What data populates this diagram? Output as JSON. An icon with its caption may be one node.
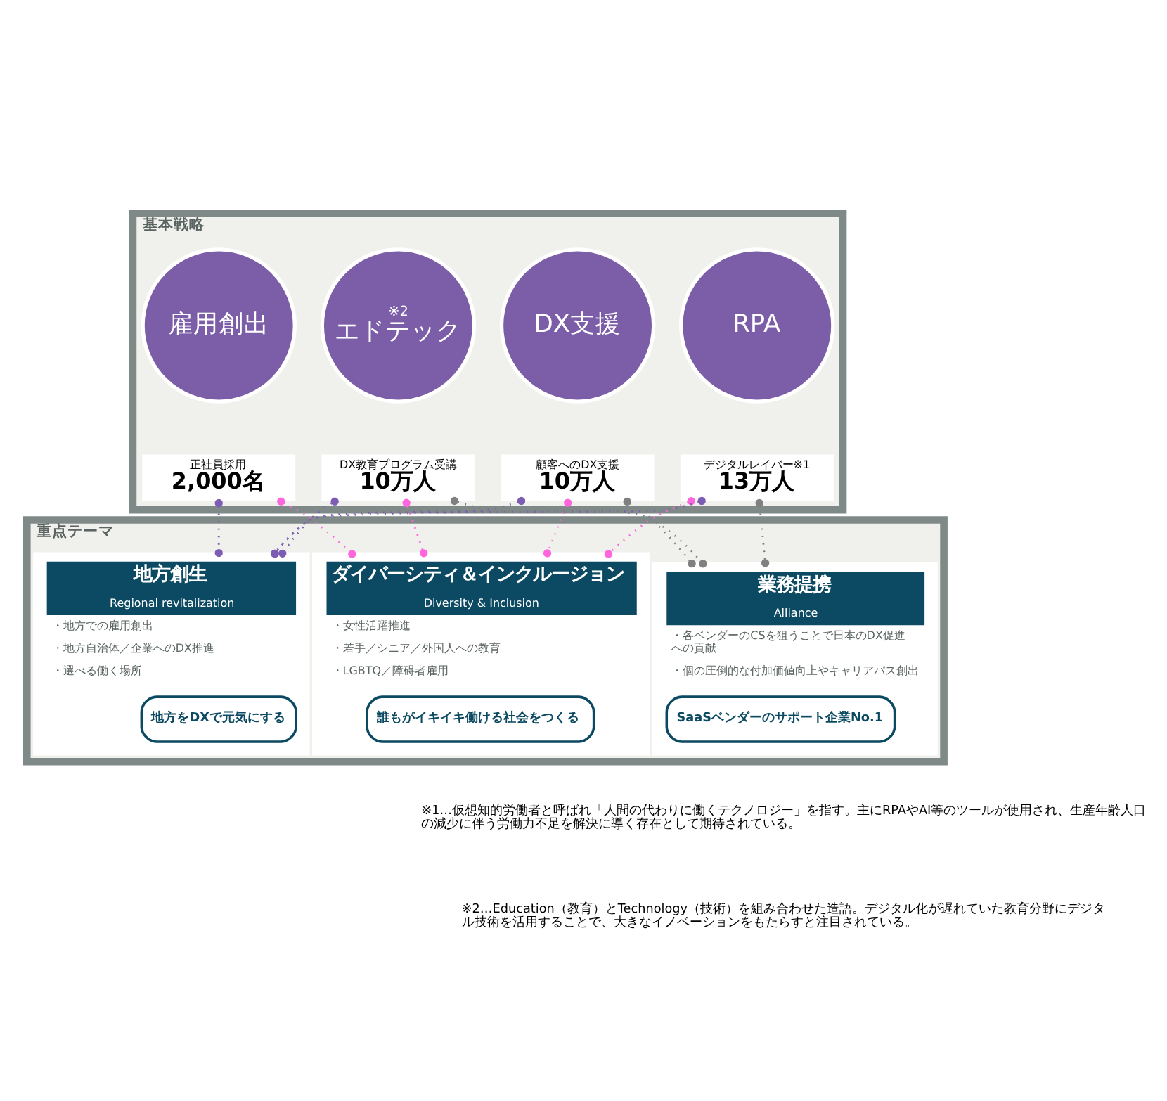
{
  "diagram": {
    "nodes": [
      {
        "text": [
          "基本戦略"
        ]
      },
      {
        "text": [
          "雇用創出"
        ],
        "in": 0
      },
      {
        "text": [
          "正社員採用",
          "2,000名"
        ],
        "in": 0
      },
      {
        "text": [
          "DX支援"
        ],
        "in": 0
      },
      {
        "text": [
          "顧客へのDX支援",
          "10万人"
        ],
        "in": 0
      },
      {
        "text": [
          "RPA"
        ],
        "in": 0
      },
      {
        "text": [
          "デジタルレイバー※1",
          "13万人"
        ],
        "in": 0
      },
      {
        "text": [
          "※2",
          "エドテック"
        ],
        "in": 0
      },
      {
        "text": [
          "DX教育プログラム受講",
          "10万人"
        ],
        "in": 0
      },
      {
        "text": [
          "重点テーマ"
        ]
      },
      {
        "text": [
          "ダイバーシティ＆インクルージョン",
          "Diversity & Inclusion",
          "・女性活躍推進",
          "・若手／シニア／外国人への教育",
          "・LGBTQ／障碍者雇用"
        ],
        "in": 9
      },
      {
        "text": [
          "誰もがイキイキ働ける社会をつくる"
        ],
        "in": 10
      },
      {
        "text": [
          "地方創生",
          "Regional revitalization",
          "・地方での雇用創出",
          "・地方自治体／企業へのDX推進",
          "・選べる働く場所"
        ],
        "in": 9
      },
      {
        "text": [
          "地方をDXで元気にする"
        ],
        "in": 12
      },
      {
        "text": [
          "業務提携",
          "Alliance",
          "・各ベンダーのCSを狙うことで日本のDX促進への貢献",
          "・個の圧倒的な付加価値向上やキャリアパス創出"
        ],
        "in": 9
      },
      {
        "text": [
          "SaaSベンダーのサポート企業No.1"
        ],
        "in": 14
      }
    ],
    "edges": [
      {
        "from": 2,
        "to": 10,
        "arrow": "other",
        "style": "dashed",
        "color": "#ff66dd"
      },
      {
        "from": 2,
        "to": 12,
        "arrow": "other",
        "style": "dashed",
        "color": "#7d5cb4"
      },
      {
        "from": 4,
        "to": 10,
        "arrow": "other",
        "style": "dashed",
        "color": "#ff66dd"
      },
      {
        "from": 4,
        "to": 12,
        "arrow": "other",
        "style": "dashed",
        "color": "#7d5cb4"
      },
      {
        "from": 4,
        "to": 14,
        "arrow": "other",
        "style": "dashed",
        "color": "#808080"
      },
      {
        "from": 6,
        "to": 10,
        "arrow": "other",
        "style": "dashed",
        "color": "#ff66dd"
      },
      {
        "from": 6,
        "to": 12,
        "arrow": "other",
        "style": "dashed",
        "color": "#7d5cb4"
      },
      {
        "from": 6,
        "to": 14,
        "arrow": "other",
        "style": "dashed",
        "color": "#808080"
      },
      {
        "from": 8,
        "to": 10,
        "arrow": "other",
        "style": "dashed",
        "color": "#ff66dd"
      },
      {
        "from": 8,
        "to": 12,
        "arrow": "other",
        "style": "dashed",
        "color": "#7d5cb4"
      },
      {
        "from": 8,
        "to": 14,
        "arrow": "other",
        "style": "dashed",
        "color": "#808080"
      }
    ],
    "labels": [
      "※1…仮想知的労働者と呼ばれ「人間の代わりに働くテクノロジー」を指す。主にRPAやAI等のツールが使用され、生産年齢人口の減少に伴う労働力不足を解決に導く存在として期待されている。",
      "※2…Education（教育）とTechnology（技術）を組み合わせた造語。デジタル化が遅れていた教育分野にデジタル技術を活用することで、大きなイノベーションをもたらすと注目されている。"
    ]
  }
}
